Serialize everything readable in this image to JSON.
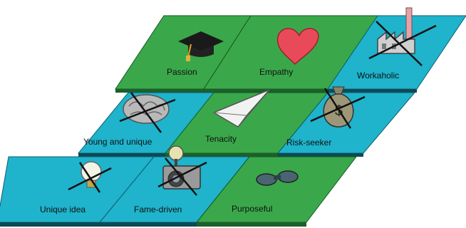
{
  "tiles": [
    {
      "label": "Passion",
      "icon": "graduation-cap-icon",
      "color": "#3aa84a",
      "crossed": false
    },
    {
      "label": "Empathy",
      "icon": "heart-icon",
      "color": "#3aa84a",
      "crossed": false
    },
    {
      "label": "Workaholic",
      "icon": "factory-icon",
      "color": "#1fb3cc",
      "crossed": true
    },
    {
      "label": "Young and unique",
      "icon": "brain-icon",
      "color": "#1fb3cc",
      "crossed": true
    },
    {
      "label": "Tenacity",
      "icon": "paper-plane-icon",
      "color": "#3aa84a",
      "crossed": false
    },
    {
      "label": "Risk-seeker",
      "icon": "money-bag-icon",
      "color": "#1fb3cc",
      "crossed": true
    },
    {
      "label": "Unique idea",
      "icon": "light-bulb-icon",
      "color": "#1fb3cc",
      "crossed": true
    },
    {
      "label": "Fame-driven",
      "icon": "camera-icon",
      "color": "#1fb3cc",
      "crossed": true
    },
    {
      "label": "Purposeful",
      "icon": "binoculars-icon",
      "color": "#3aa84a",
      "crossed": false
    }
  ]
}
